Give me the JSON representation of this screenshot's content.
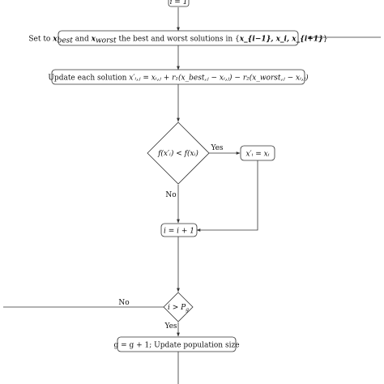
{
  "nodes": {
    "init": "i = 1",
    "select": "Set to x_best and x_worst the best and worst solutions in {x_{i−1}, x_i, x_{i+1}}",
    "select_parts": {
      "prefix": "Set to ",
      "x_best": "x",
      "best_sub": "best",
      "and": " and ",
      "x_worst": "x",
      "worst_sub": "worst",
      "middle": " the best and worst solutions in {",
      "set": "x_{i−1}, x_i, x_{i+1}",
      "suffix": "}"
    },
    "update": "Update each solution x′_{i,j} = x_{i,j} + r1(x_{best,j} − x_{i,j}) − r2(x_{worst,j} − x_{i,j})",
    "update_parts": {
      "prefix": "Update each solution ",
      "formula": "x′ᵢ,ⱼ = xᵢ,ⱼ + r₁(x_best,ⱼ − xᵢ,ⱼ) − r₂(x_worst,ⱼ − xᵢ,ⱼ)"
    },
    "decision1": "f(x′ᵢ) < f(xᵢ)",
    "assign": "x′ᵢ = xᵢ",
    "increment": "i = i + 1",
    "decision2": "i > P_g",
    "decision2_parts": {
      "main": "i > P",
      "sub": "g"
    },
    "final": "g = g + 1; Update population size"
  },
  "edge_labels": {
    "yes1": "Yes",
    "no1": "No",
    "no2": "No",
    "yes2": "Yes"
  },
  "colors": {
    "stroke": "#333333",
    "text": "#111111",
    "background": "#ffffff"
  }
}
